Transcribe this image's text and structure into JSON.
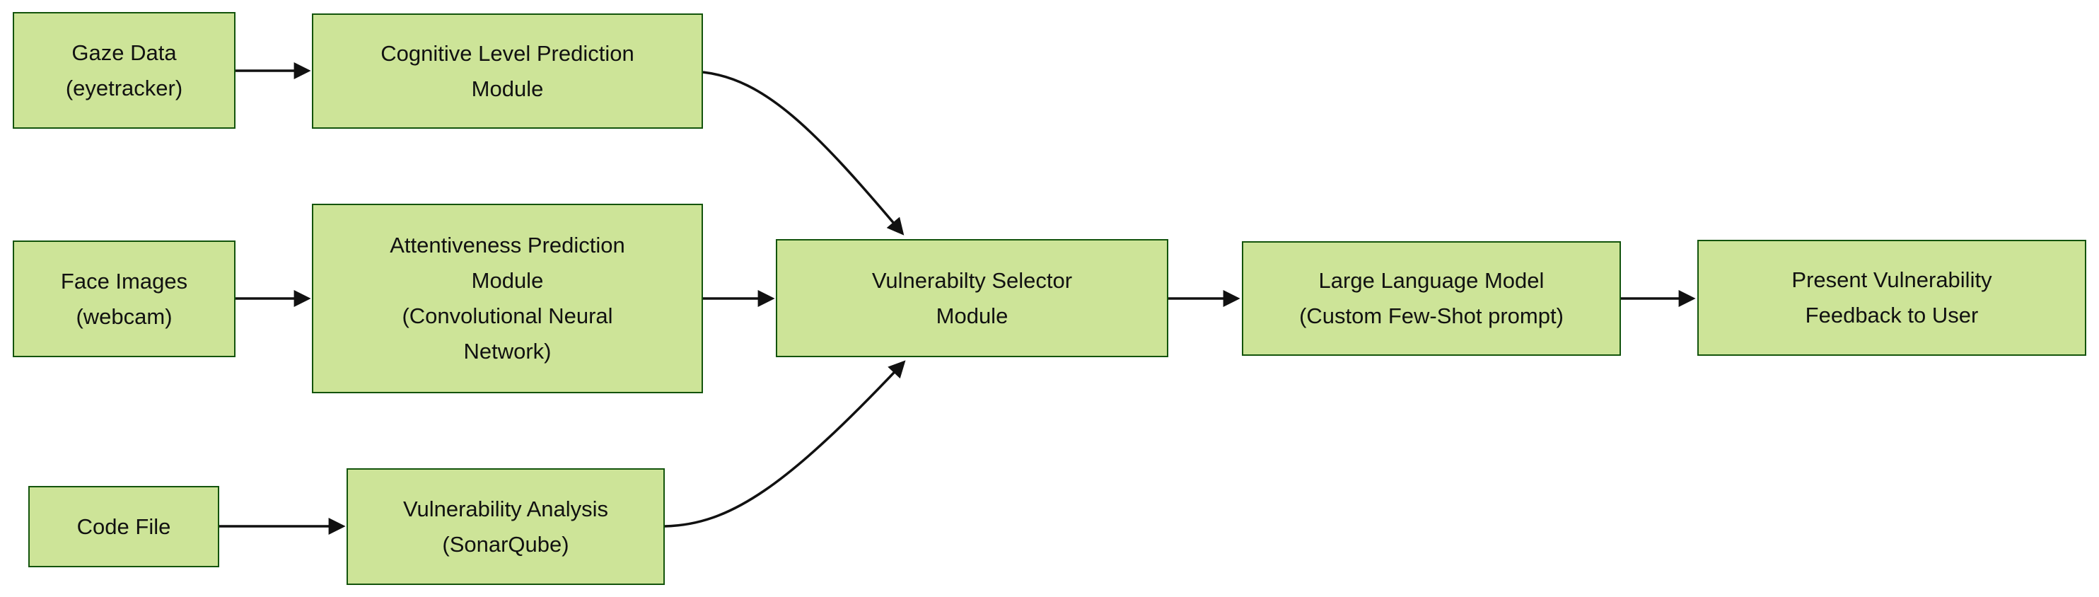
{
  "diagram": {
    "type": "flowchart",
    "direction": "left-to-right",
    "background_color": "#ffffff",
    "node_fill_color": "#cde498",
    "node_border_color": "#13540c",
    "edge_color": "#111111",
    "text_color": "#111111",
    "nodes": {
      "gaze_data": {
        "label": "Gaze Data\n(eyetracker)"
      },
      "cognitive_module": {
        "label": "Cognitive Level Prediction\nModule"
      },
      "face_images": {
        "label": "Face Images\n(webcam)"
      },
      "attentiveness_module": {
        "label": "Attentiveness Prediction\nModule\n(Convolutional Neural\nNetwork)"
      },
      "code_file": {
        "label": "Code File"
      },
      "vulnerability_analysis": {
        "label": "Vulnerability Analysis\n(SonarQube)"
      },
      "vulnerability_selector": {
        "label": "Vulnerabilty Selector\nModule"
      },
      "large_language_model": {
        "label": "Large Language Model\n(Custom Few-Shot prompt)"
      },
      "present_feedback": {
        "label": "Present Vulnerability\nFeedback to User"
      }
    },
    "edges": [
      {
        "from": "gaze_data",
        "to": "cognitive_module"
      },
      {
        "from": "face_images",
        "to": "attentiveness_module"
      },
      {
        "from": "code_file",
        "to": "vulnerability_analysis"
      },
      {
        "from": "cognitive_module",
        "to": "vulnerability_selector"
      },
      {
        "from": "attentiveness_module",
        "to": "vulnerability_selector"
      },
      {
        "from": "vulnerability_analysis",
        "to": "vulnerability_selector"
      },
      {
        "from": "vulnerability_selector",
        "to": "large_language_model"
      },
      {
        "from": "large_language_model",
        "to": "present_feedback"
      }
    ]
  }
}
